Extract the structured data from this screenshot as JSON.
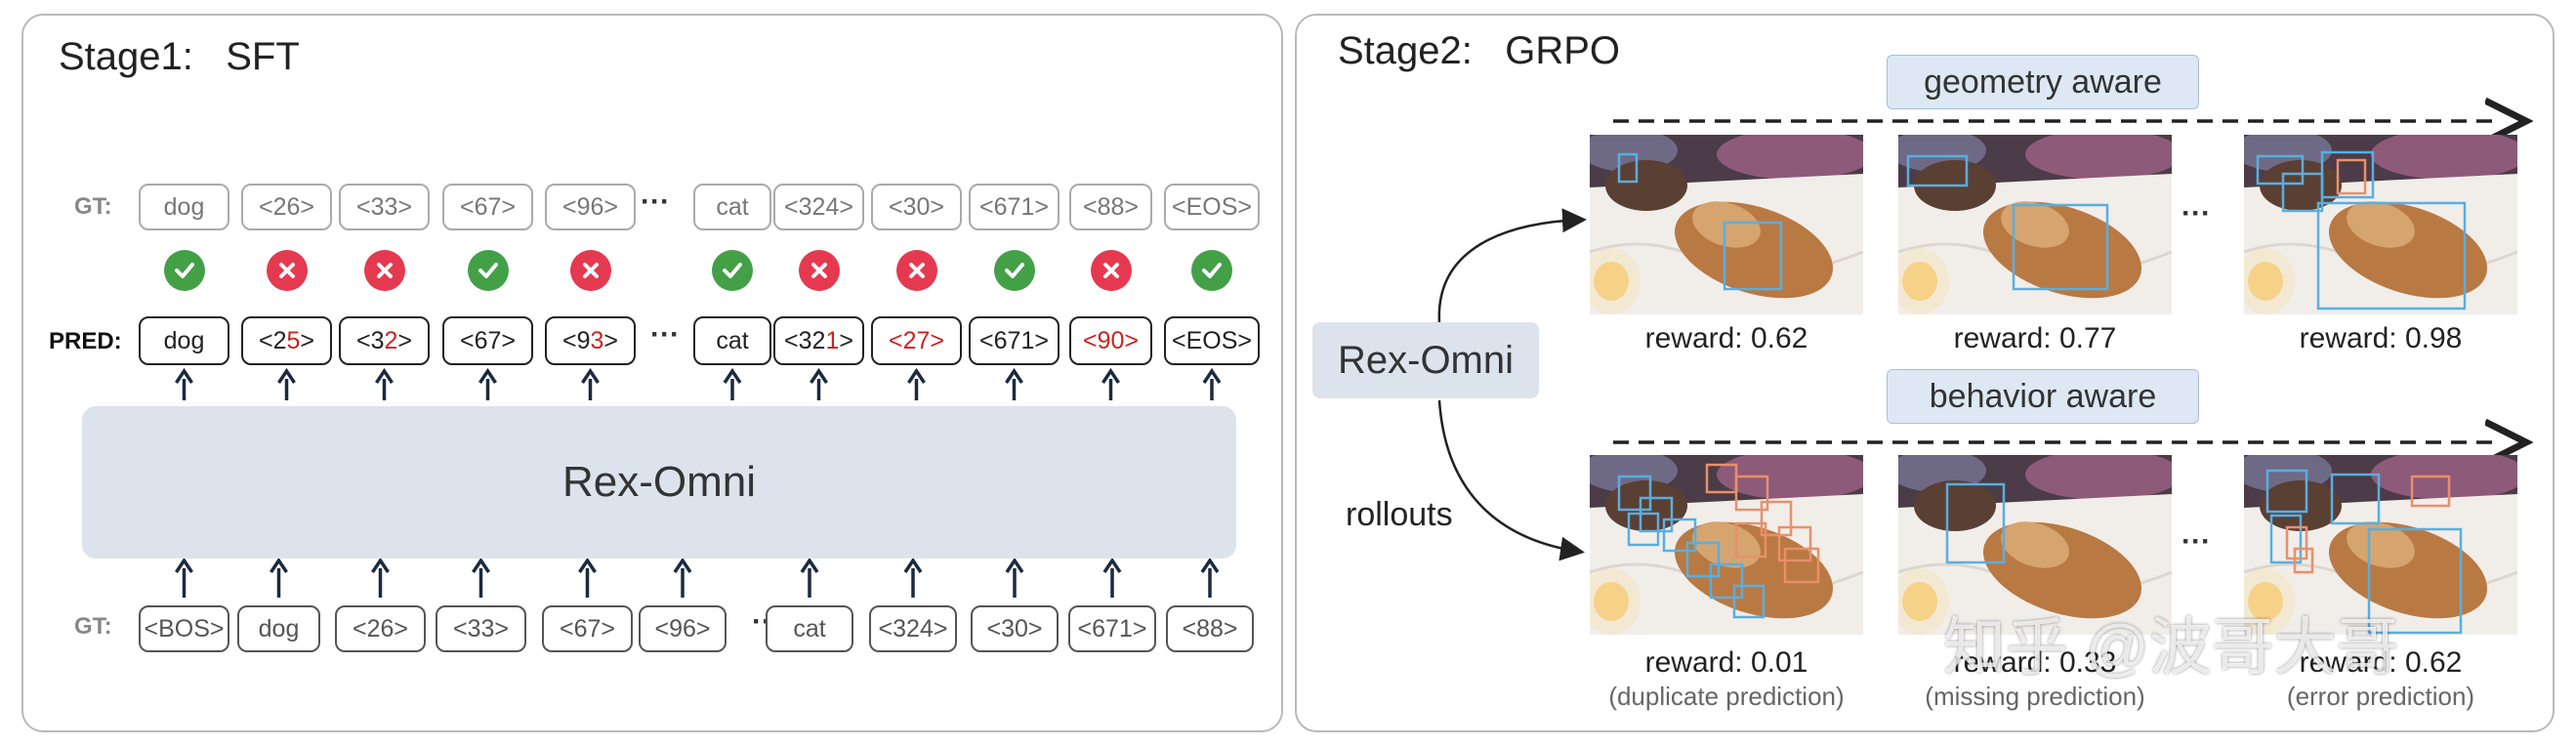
{
  "stage1": {
    "title": "Stage1:   SFT",
    "gt_label": "GT:",
    "pred_label": "PRED:",
    "gt_tokens": [
      "dog",
      "<26>",
      "<33>",
      "<67>",
      "<96>",
      "cat",
      "<324>",
      "<30>",
      "<671>",
      "<88>",
      "<EOS>"
    ],
    "pred_tokens": [
      {
        "a": "dog",
        "r": "",
        "b": ""
      },
      {
        "a": "<2",
        "r": "5",
        "b": ">"
      },
      {
        "a": "<3",
        "r": "2",
        "b": ">"
      },
      {
        "a": "<67>",
        "r": "",
        "b": ""
      },
      {
        "a": "<9",
        "r": "3",
        "b": ">"
      },
      {
        "a": "cat",
        "r": "",
        "b": ""
      },
      {
        "a": "<32",
        "r": "1",
        "b": ">"
      },
      {
        "a": "",
        "r": "<27>",
        "b": ""
      },
      {
        "a": "<671>",
        "r": "",
        "b": ""
      },
      {
        "a": "",
        "r": "<90>",
        "b": ""
      },
      {
        "a": "<EOS>",
        "r": "",
        "b": ""
      }
    ],
    "checks": [
      true,
      false,
      false,
      true,
      false,
      true,
      false,
      false,
      true,
      false,
      true
    ],
    "model_name": "Rex-Omni",
    "input_label": "GT:",
    "input_tokens": [
      "<BOS>",
      "dog",
      "<26>",
      "<33>",
      "<67>",
      "<96>",
      "cat",
      "<324>",
      "<30>",
      "<671>",
      "<88>"
    ],
    "ellipsis": "···"
  },
  "stage2": {
    "title": "Stage2:   GRPO",
    "model_name": "Rex-Omni",
    "rollouts_label": "rollouts",
    "geometry_label": "geometry aware",
    "behavior_label": "behavior aware",
    "ellipsis": "···",
    "top_rewards": [
      "reward: 0.62",
      "reward: 0.77",
      "reward: 0.98"
    ],
    "bottom_rewards": [
      "reward: 0.01",
      "reward: 0.33",
      "reward: 0.62"
    ],
    "bottom_notes": [
      "(duplicate prediction)",
      "(missing prediction)",
      "(error prediction)"
    ]
  },
  "watermark": "知乎 @波哥大哥",
  "colors": {
    "ok": "#43a047",
    "bad": "#e53950",
    "box_blue": "#5aaee0",
    "box_orange": "#e8906a"
  }
}
